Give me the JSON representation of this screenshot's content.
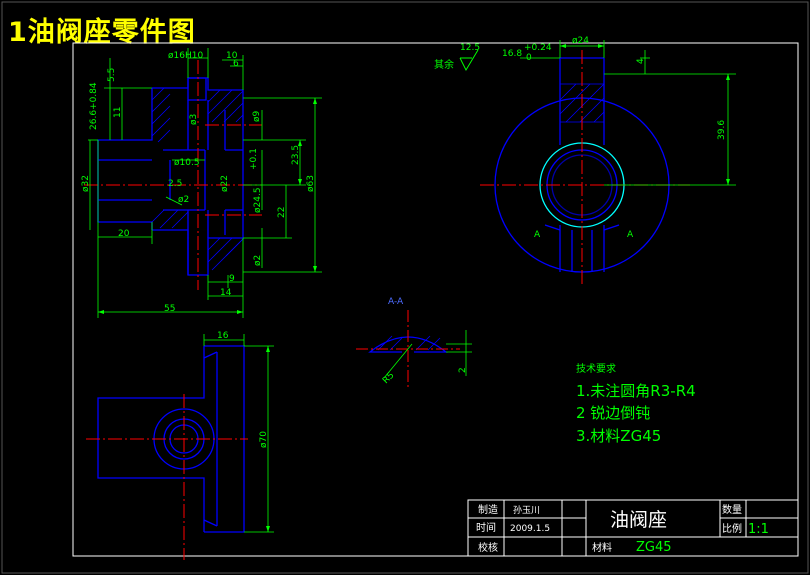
{
  "title": "1油阀座零件图",
  "colors": {
    "outline": "#0000ff",
    "dimension": "#00ff00",
    "center": "#ff0000",
    "frame": "#ffffff",
    "title": "#ffff00"
  },
  "front_view": {
    "dims": {
      "d1": "5.5",
      "d2": "ø16H10",
      "d3": "10",
      "d4": "6",
      "d5": "26.6+0.84",
      "d6": "11",
      "d7": "ø3",
      "d8": "ø9",
      "d9": "ø10.5",
      "d10": "23.5",
      "d11": "ø63",
      "d12": "ø32",
      "d13": "2.5",
      "d14": "ø22",
      "d15": "ø24.5",
      "d16": "+0.1",
      "d17": "ø2",
      "d18": "22",
      "d19": "ø2",
      "d20": "20",
      "d21": "9",
      "d22": "14",
      "d23": "55"
    }
  },
  "top_view": {
    "dims": {
      "d1": "ø24",
      "d2": "16.8",
      "d3": "+0.24",
      "d4": "0",
      "d5": "4",
      "d6": "39.6",
      "d7": "A",
      "d8": "A"
    },
    "roughness_value": "12.5",
    "roughness_label": "其余"
  },
  "section_view": {
    "label": "A-A",
    "dims": {
      "d1": "R5",
      "d2": "2"
    }
  },
  "side_view": {
    "dims": {
      "d1": "16",
      "d2": "ø70"
    }
  },
  "tech_requirements": {
    "heading": "技术要求",
    "items": [
      "1.未注圆角R3-R4",
      "2 锐边倒钝",
      "3.材料ZG45"
    ]
  },
  "title_block": {
    "drawn_label": "制造",
    "drawn_value": "孙玉川",
    "time_label": "时间",
    "time_value": "2009.1.5",
    "check_label": "校核",
    "part_name": "油阀座",
    "qty_label": "数量",
    "scale_label": "比例",
    "scale_value": "1:1",
    "material_label": "材料",
    "material_value": "ZG45"
  }
}
